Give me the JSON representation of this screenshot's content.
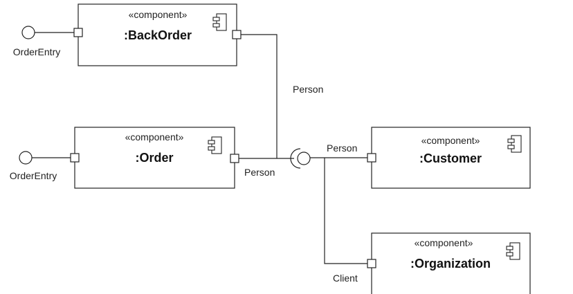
{
  "components": {
    "backorder": {
      "stereotype": "«component»",
      "name": ":BackOrder"
    },
    "order": {
      "stereotype": "«component»",
      "name": ":Order"
    },
    "customer": {
      "stereotype": "«component»",
      "name": ":Customer"
    },
    "organization": {
      "stereotype": "«component»",
      "name": ":Organization"
    }
  },
  "interfaces": {
    "backorder_provided": "OrderEntry",
    "order_provided": "OrderEntry"
  },
  "connector_labels": {
    "backorder_person": "Person",
    "order_person": "Person",
    "customer_person": "Person",
    "organization_client": "Client"
  }
}
